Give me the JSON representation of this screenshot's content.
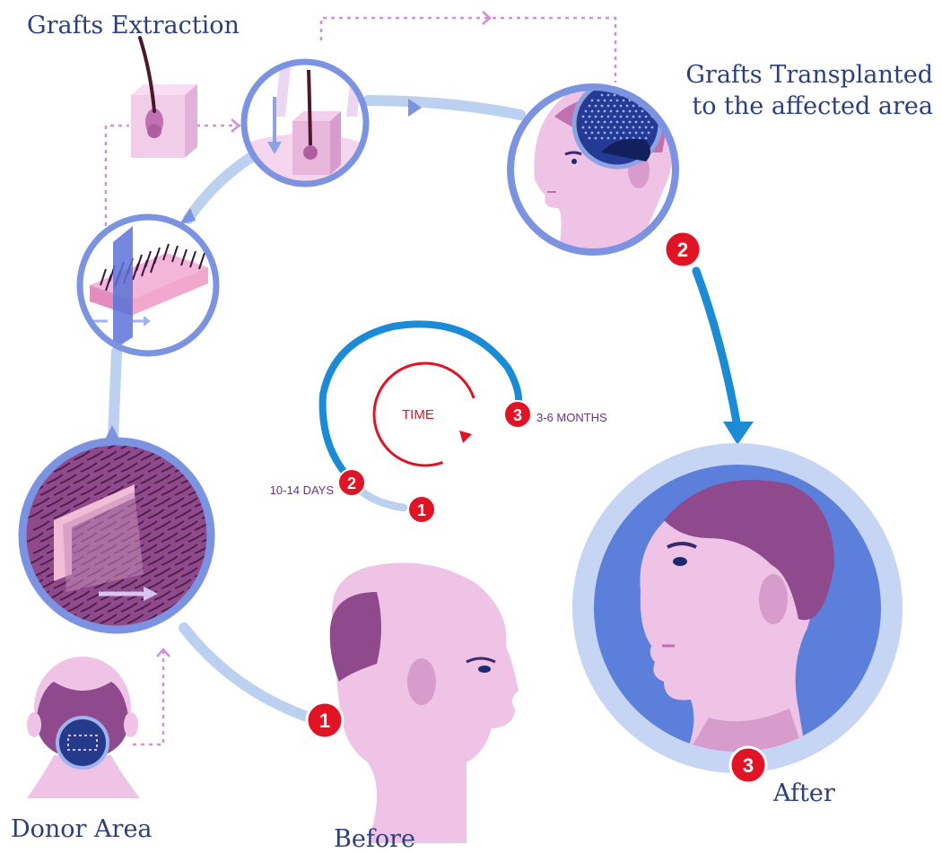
{
  "labels": {
    "grafts_extraction": "Grafts Extraction",
    "grafts_transplanted_line1": "Grafts Transplanted",
    "grafts_transplanted_line2": "to the affected area",
    "donor_area": "Donor Area",
    "before": "Before",
    "after": "After"
  },
  "timeline": {
    "center_label": "TIME",
    "steps": [
      {
        "number": "1",
        "label": ""
      },
      {
        "number": "2",
        "label": "10-14 DAYS"
      },
      {
        "number": "3",
        "label": "3-6 MONTHS"
      }
    ]
  },
  "badges": {
    "before": "1",
    "transplanted": "2",
    "after": "3"
  },
  "colors": {
    "path": "#bcd0ef",
    "ring": "#7b93e0",
    "timeline_arc": "#1b8bd6",
    "badge": "#e01424",
    "title_text": "#2b3f7e",
    "skin": "#eec3e6",
    "hair": "#8e4a8c",
    "after_bg": "#5b7fdb"
  }
}
